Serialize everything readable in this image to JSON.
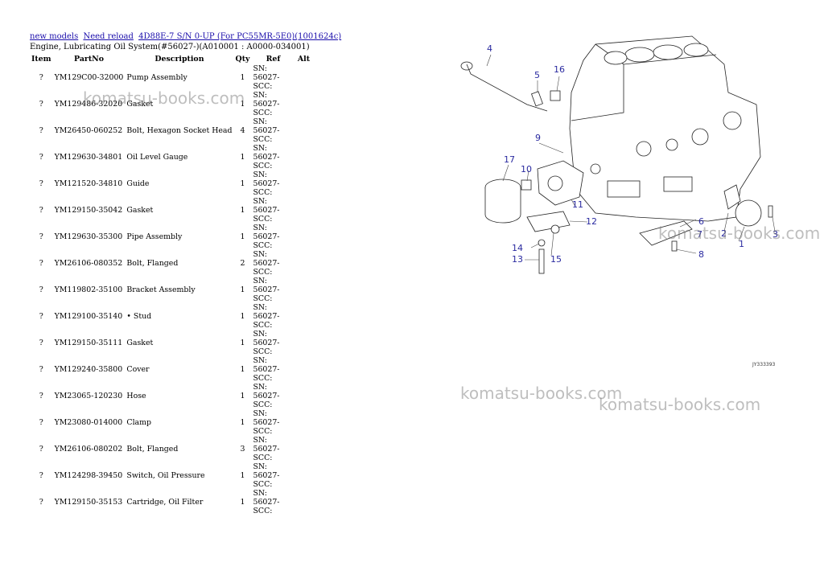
{
  "breadcrumbs": [
    {
      "label": "new models"
    },
    {
      "label": "Need reload"
    },
    {
      "label": "4D88E-7 S/N 0-UP (For PC55MR-5E0)(1001624c)"
    }
  ],
  "section_title": "Engine, Lubricating Oil System(#56027-)(A010001 : A0000-034001)",
  "table": {
    "headers": [
      "Item",
      "PartNo",
      "Description",
      "Qty",
      "Ref",
      "Alt"
    ],
    "rows": [
      {
        "item": "?",
        "part": "YM129C00-32000",
        "desc": "Pump Assembly",
        "qty": "1",
        "ref": "SN: 56027-SCC:"
      },
      {
        "item": "?",
        "part": "YM129486-32020",
        "desc": "Gasket",
        "qty": "1",
        "ref": "SN: 56027-SCC:"
      },
      {
        "item": "?",
        "part": "YM26450-060252",
        "desc": "Bolt, Hexagon Socket Head",
        "qty": "4",
        "ref": "SN: 56027-SCC:"
      },
      {
        "item": "?",
        "part": "YM129630-34801",
        "desc": "Oil Level Gauge",
        "qty": "1",
        "ref": "SN: 56027-SCC:"
      },
      {
        "item": "?",
        "part": "YM121520-34810",
        "desc": "Guide",
        "qty": "1",
        "ref": "SN: 56027-SCC:"
      },
      {
        "item": "?",
        "part": "YM129150-35042",
        "desc": "Gasket",
        "qty": "1",
        "ref": "SN: 56027-SCC:"
      },
      {
        "item": "?",
        "part": "YM129630-35300",
        "desc": "Pipe Assembly",
        "qty": "1",
        "ref": "SN: 56027-SCC:"
      },
      {
        "item": "?",
        "part": "YM26106-080352",
        "desc": "Bolt, Flanged",
        "qty": "2",
        "ref": "SN: 56027-SCC:"
      },
      {
        "item": "?",
        "part": "YM119802-35100",
        "desc": "Bracket Assembly",
        "qty": "1",
        "ref": "SN: 56027-SCC:"
      },
      {
        "item": "?",
        "part": "YM129100-35140",
        "desc": "• Stud",
        "qty": "1",
        "ref": "SN: 56027-SCC:"
      },
      {
        "item": "?",
        "part": "YM129150-35111",
        "desc": "Gasket",
        "qty": "1",
        "ref": "SN: 56027-SCC:"
      },
      {
        "item": "?",
        "part": "YM129240-35800",
        "desc": "Cover",
        "qty": "1",
        "ref": "SN: 56027-SCC:"
      },
      {
        "item": "?",
        "part": "YM23065-120230",
        "desc": "Hose",
        "qty": "1",
        "ref": "SN: 56027-SCC:"
      },
      {
        "item": "?",
        "part": "YM23080-014000",
        "desc": "Clamp",
        "qty": "1",
        "ref": "SN: 56027-SCC:"
      },
      {
        "item": "?",
        "part": "YM26106-080202",
        "desc": "Bolt, Flanged",
        "qty": "3",
        "ref": "SN: 56027-SCC:"
      },
      {
        "item": "?",
        "part": "YM124298-39450",
        "desc": "Switch, Oil Pressure",
        "qty": "1",
        "ref": "SN: 56027-SCC:"
      },
      {
        "item": "?",
        "part": "YM129150-35153",
        "desc": "Cartridge, Oil Filter",
        "qty": "1",
        "ref": "SN: 56027-SCC:"
      }
    ]
  },
  "watermark": "komatsu-books.com",
  "diagram": {
    "callouts": [
      "1",
      "2",
      "3",
      "4",
      "5",
      "6",
      "7",
      "8",
      "9",
      "10",
      "11",
      "12",
      "13",
      "14",
      "15",
      "16",
      "17"
    ],
    "drawing_id": "JY333393"
  },
  "colors": {
    "link": "#1a0dab",
    "callout": "#2a2aa0"
  }
}
